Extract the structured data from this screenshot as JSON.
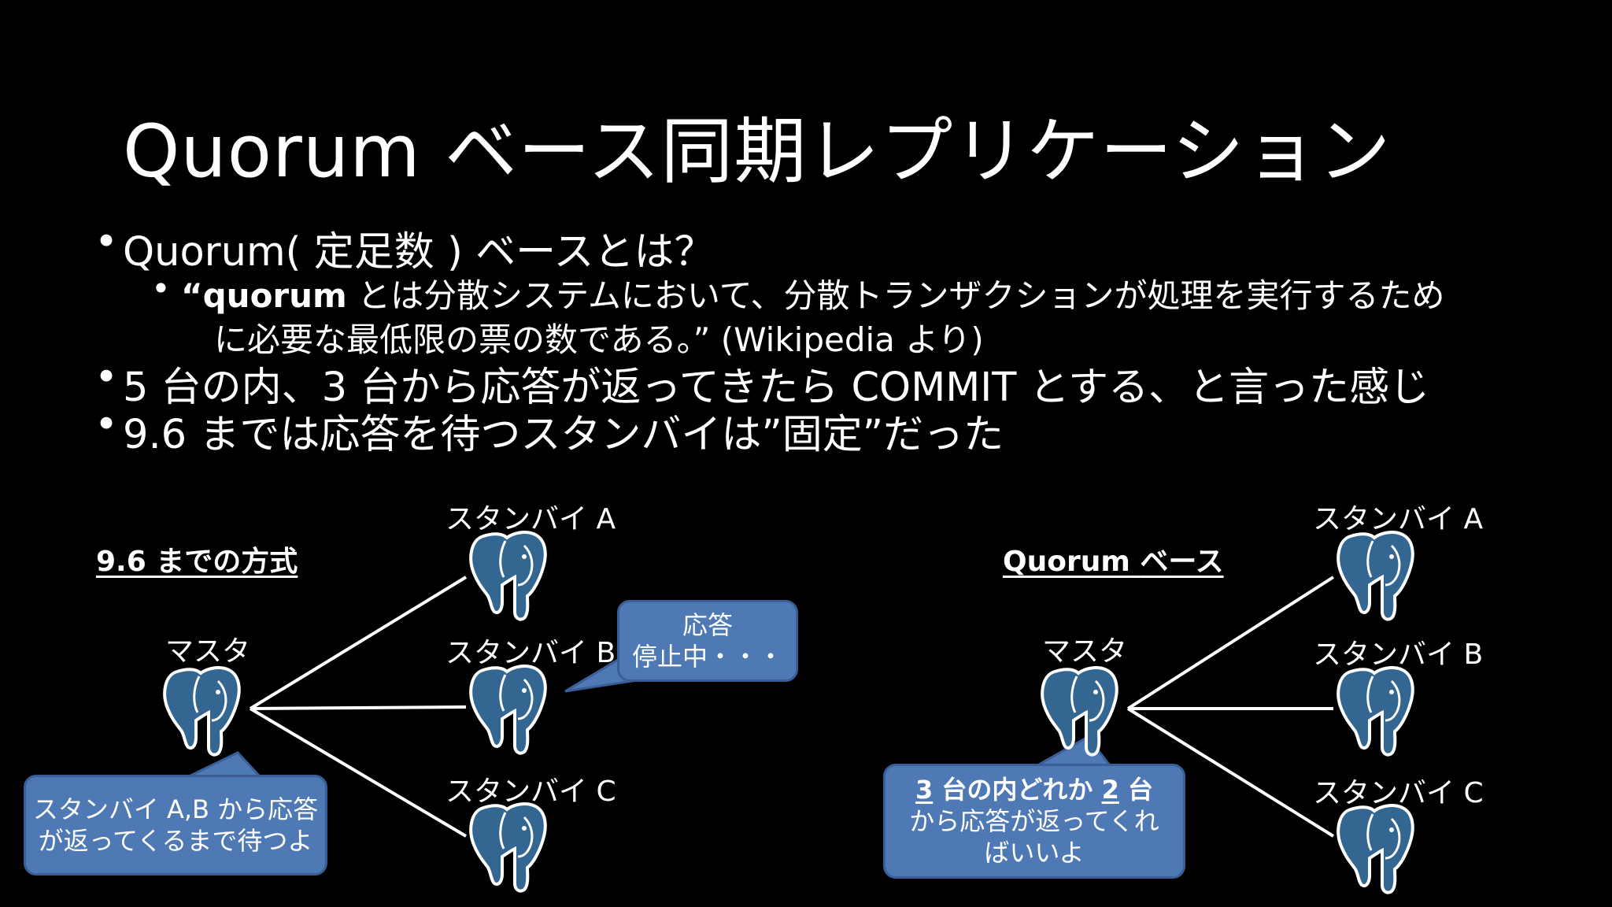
{
  "title": "Quorum ベース同期レプリケーション",
  "bullets": {
    "b1": "Quorum( 定足数 ) ベースとは？",
    "b1_sub_quote_open": "“",
    "b1_sub_bold": "quorum",
    "b1_sub_rest": " とは分散システムにおいて、分散トランザクションが処理を実行するため",
    "b1_sub_line2": "に必要な最低限の票の数である。” (Wikipedia より)",
    "b2": "5 台の内、3 台から応答が返ってきたら COMMIT とする、と言った感じ",
    "b3": "9.6 までは応答を待つスタンバイは”固定”だった",
    "dot": "•"
  },
  "left_diagram": {
    "heading": "9.6 までの方式",
    "master_label": "マスタ",
    "standby_a": "スタンバイ A",
    "standby_b": "スタンバイ B",
    "standby_c": "スタンバイ C",
    "callout_stopped_line1": "応答",
    "callout_stopped_line2": "停止中・・・",
    "callout_wait_line1": "スタンバイ A,B から応答",
    "callout_wait_line2": "が返ってくるまで待つよ"
  },
  "right_diagram": {
    "heading_part1": "Quorum",
    "heading_part2": "ベース",
    "master_label": "マスタ",
    "standby_a": "スタンバイ A",
    "standby_b": "スタンバイ B",
    "standby_c": "スタンバイ C",
    "callout_u1": "3",
    "callout_mid": " 台の内どれか ",
    "callout_u2": "2",
    "callout_end": " 台",
    "callout_line2": "から応答が返ってくれ",
    "callout_line3": "ばいいよ"
  },
  "colors": {
    "background": "#000000",
    "callout_fill": "#4f79b4",
    "elephant_fill": "#336791"
  },
  "icons": [
    "postgresql-elephant-icon"
  ]
}
